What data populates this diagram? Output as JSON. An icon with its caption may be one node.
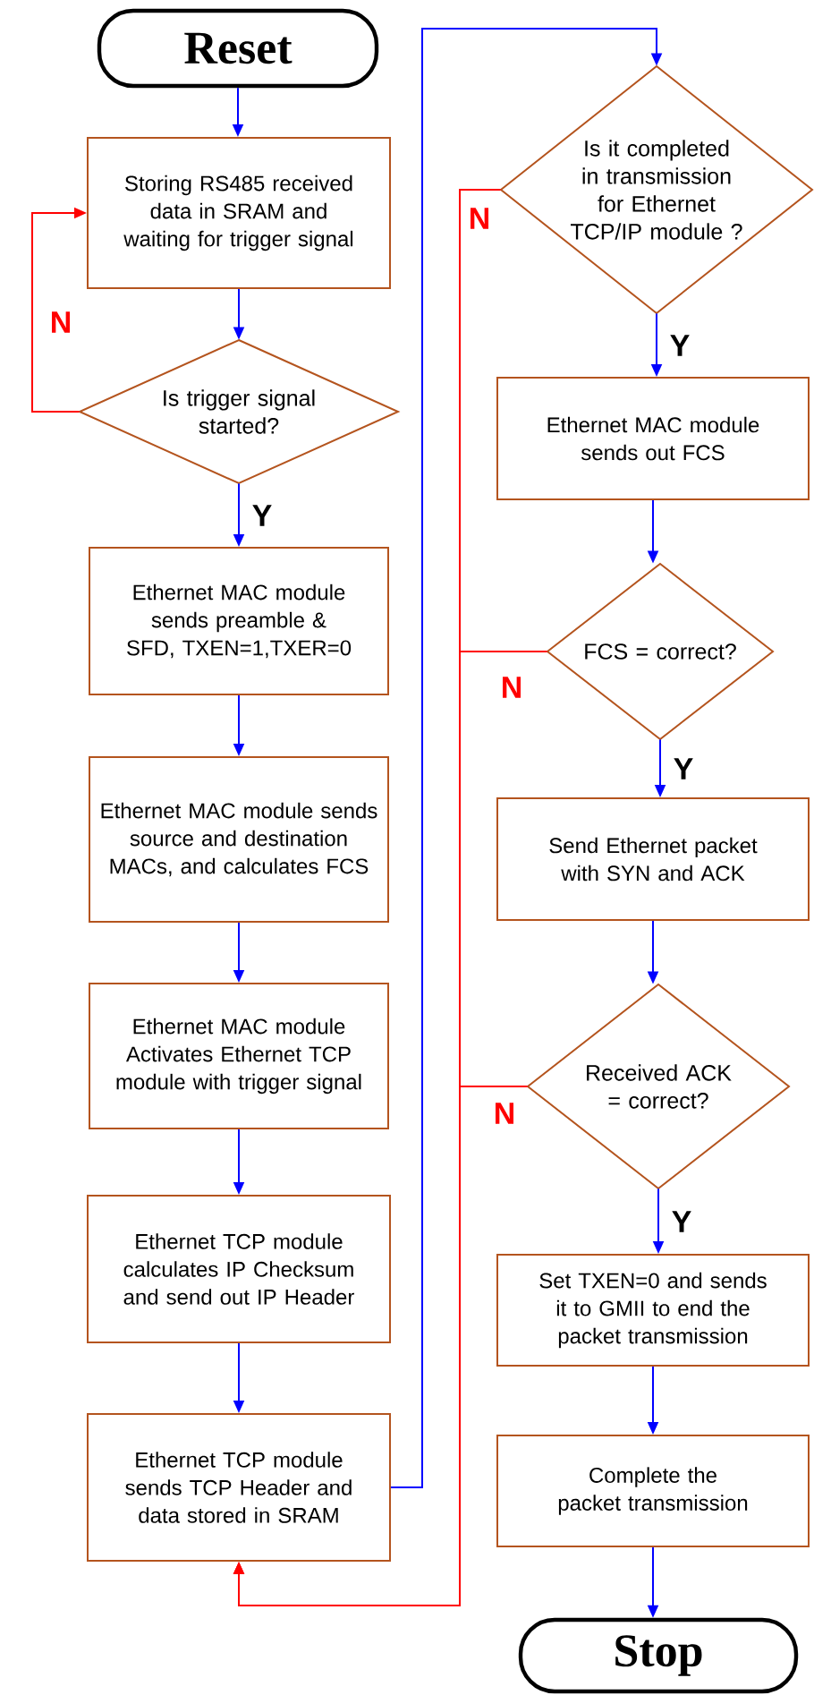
{
  "diagram": {
    "nodes": [
      {
        "text": [
          "Reset"
        ]
      },
      {
        "text": [
          "Storing RS485 received data in SRAM and waiting for trigger signal"
        ]
      },
      {
        "text": [
          "Is trigger signal started?"
        ]
      },
      {
        "text": [
          "Ethernet MAC module sends preamble & SFD, TXEN=1,TXER=0"
        ]
      },
      {
        "text": [
          "Ethernet MAC module sends source and destination MACs, and calculates FCS"
        ]
      },
      {
        "text": [
          "Ethernet MAC module Activates Ethernet TCP module with trigger signal"
        ]
      },
      {
        "text": [
          "Ethernet TCP module calculates IP Checksum and send out IP Header"
        ]
      },
      {
        "text": [
          "Ethernet TCP module sends TCP Header and data stored in SRAM"
        ]
      },
      {
        "text": [
          "Is it completed in transmission for Ethernet TCP/IP module ?"
        ]
      },
      {
        "text": [
          "Ethernet MAC module sends out FCS"
        ]
      },
      {
        "text": [
          "FCS = correct?"
        ]
      },
      {
        "text": [
          "Send Ethernet packet with SYN and ACK"
        ]
      },
      {
        "text": [
          "Received ACK = correct?"
        ]
      },
      {
        "text": [
          "Set TXEN=0 and sends it to GMII to end the packet transmission"
        ]
      },
      {
        "text": [
          "Complete the packet transmission"
        ]
      },
      {
        "text": [
          "Stop"
        ]
      }
    ],
    "edges": [
      {
        "from": 0,
        "to": 1,
        "arrow": "to"
      },
      {
        "from": 1,
        "to": 2,
        "arrow": "to"
      },
      {
        "from": 2,
        "to": 1,
        "arrow": "to",
        "label": "N",
        "color": "#ff0000"
      },
      {
        "from": 2,
        "to": 3,
        "arrow": "to",
        "label": "Y"
      },
      {
        "from": 3,
        "to": 4,
        "arrow": "to"
      },
      {
        "from": 4,
        "to": 5,
        "arrow": "to"
      },
      {
        "from": 5,
        "to": 6,
        "arrow": "to"
      },
      {
        "from": 6,
        "to": 7,
        "arrow": "to"
      },
      {
        "from": 7,
        "to": 8,
        "arrow": "to"
      },
      {
        "from": 8,
        "to": 7,
        "arrow": "to",
        "label": "N",
        "color": "#ff0000"
      },
      {
        "from": 8,
        "to": 9,
        "arrow": "to",
        "label": "Y"
      },
      {
        "from": 9,
        "to": 10,
        "arrow": "to"
      },
      {
        "from": 10,
        "to": 7,
        "arrow": "to",
        "label": "N",
        "color": "#ff0000"
      },
      {
        "from": 10,
        "to": 11,
        "arrow": "to",
        "label": "Y"
      },
      {
        "from": 11,
        "to": 12,
        "arrow": "to"
      },
      {
        "from": 12,
        "to": 7,
        "arrow": "to",
        "label": "N",
        "color": "#ff0000"
      },
      {
        "from": 12,
        "to": 13,
        "arrow": "to",
        "label": "Y"
      },
      {
        "from": 13,
        "to": 14,
        "arrow": "to"
      },
      {
        "from": 14,
        "to": 15,
        "arrow": "to"
      }
    ]
  }
}
